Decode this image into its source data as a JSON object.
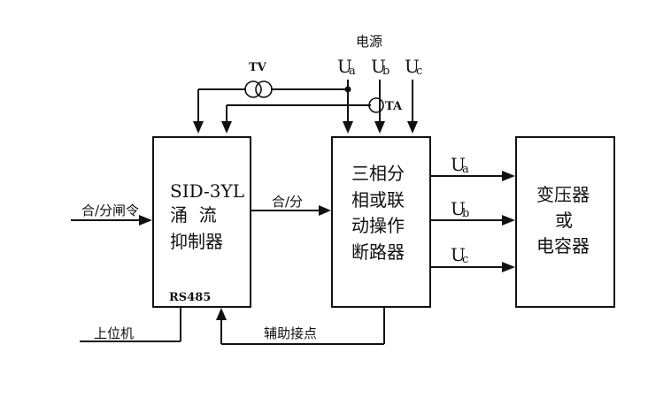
{
  "power_source": {
    "label": "电源",
    "phases": [
      {
        "main": "U",
        "sub": "a"
      },
      {
        "main": "U",
        "sub": "b"
      },
      {
        "main": "U",
        "sub": "c"
      }
    ]
  },
  "transformers": {
    "voltage": "TV",
    "current": "TA"
  },
  "controller": {
    "model": "SID-3YL",
    "name_line1": "涌  流",
    "name_line2": "抑制器",
    "port": "RS485"
  },
  "breaker": {
    "lines": [
      "三相分",
      "相或联",
      "动操作",
      "断路器"
    ]
  },
  "load": {
    "lines": [
      "变压器",
      "或",
      "电容器"
    ]
  },
  "signals": {
    "command_input": "合/分闸令",
    "control_output": "合/分",
    "host": "上位机",
    "aux_contact": "辅助接点"
  },
  "outputs": [
    {
      "main": "U",
      "sub": "a"
    },
    {
      "main": "U",
      "sub": "b"
    },
    {
      "main": "U",
      "sub": "c"
    }
  ]
}
